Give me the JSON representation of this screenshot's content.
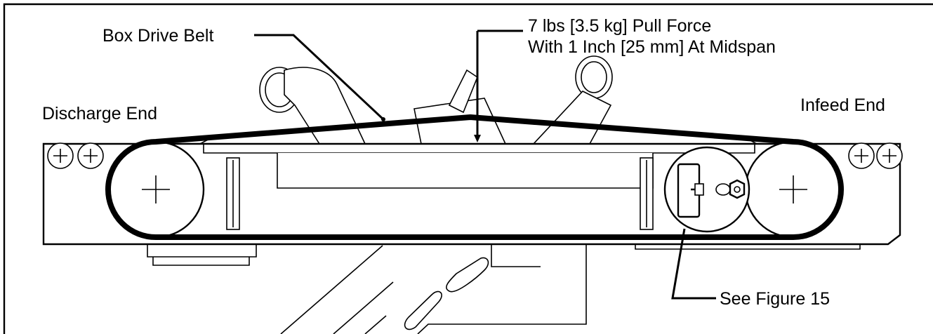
{
  "labels": {
    "box_drive_belt": "Box Drive Belt",
    "pull_force_line1": "7 lbs [3.5 kg] Pull Force",
    "pull_force_line2": "With 1 Inch [25 mm] At Midspan",
    "discharge_end": "Discharge End",
    "infeed_end": "Infeed End",
    "see_figure": "See Figure 15"
  }
}
